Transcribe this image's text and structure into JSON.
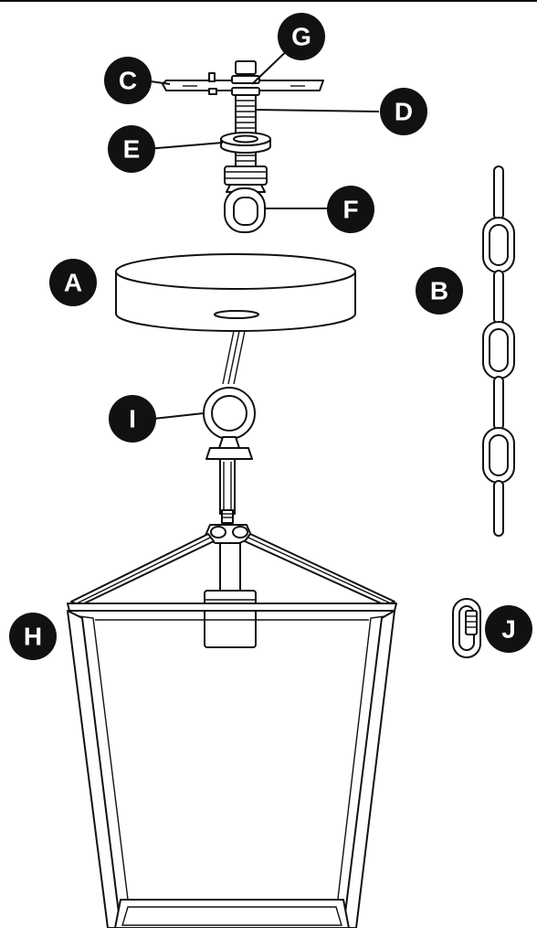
{
  "colors": {
    "line": "#111111",
    "badge_fill": "#111111",
    "badge_text": "#ffffff",
    "background": "#ffffff"
  },
  "labels": {
    "A": "A",
    "B": "B",
    "C": "C",
    "D": "D",
    "E": "E",
    "F": "F",
    "G": "G",
    "H": "H",
    "I": "I",
    "J": "J"
  }
}
